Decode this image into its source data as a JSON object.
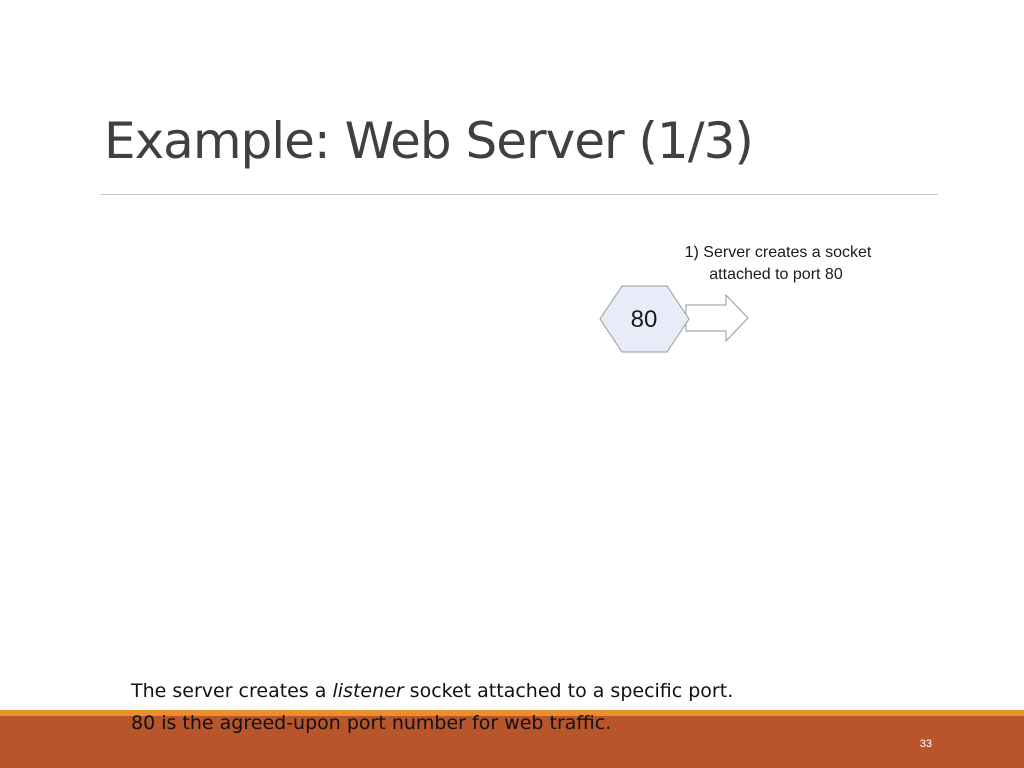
{
  "slide": {
    "title": "Example: Web Server (1/3)",
    "page_number": "33"
  },
  "diagram": {
    "caption_line_1": "1) Server creates a socket",
    "caption_line_2": "attached to port 80",
    "port_label": "80",
    "hexagon_fill": "#e8ecf8",
    "shape_stroke": "#9a9a9a"
  },
  "body": {
    "line1_before": "The server creates a ",
    "line1_emphasis": "listener",
    "line1_after": " socket attached to a specific port.",
    "line2": "80 is the agreed-upon port number for web traffic."
  },
  "colors": {
    "footer_accent": "#e8912c",
    "footer_bar": "#b9552b",
    "title_color": "#404040"
  }
}
